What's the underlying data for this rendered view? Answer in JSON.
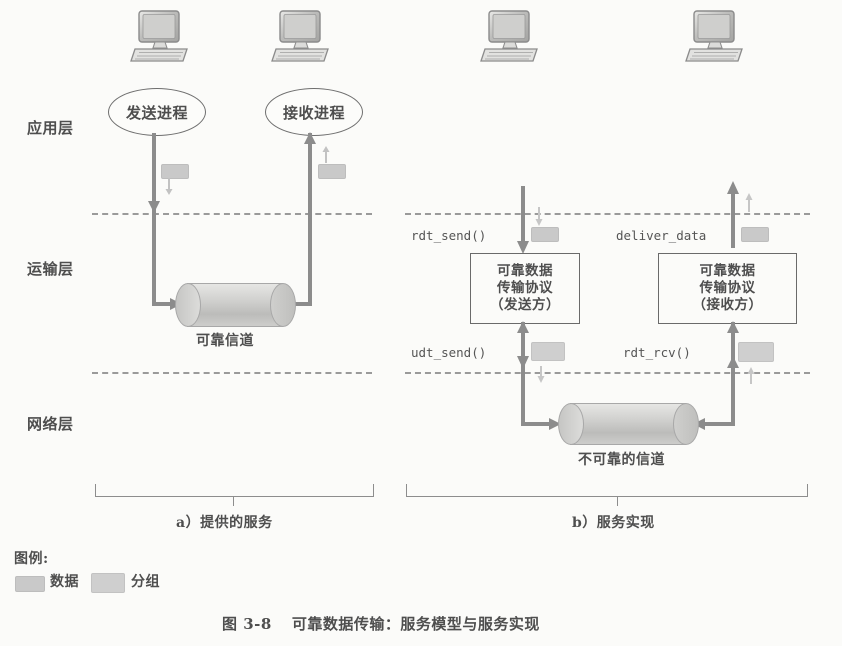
{
  "figure": {
    "caption_number": "图 3-8",
    "caption_text": "可靠数据传输：服务模型与服务实现"
  },
  "layers": [
    {
      "name": "application-layer",
      "label": "应用层"
    },
    {
      "name": "transport-layer",
      "label": "运输层"
    },
    {
      "name": "network-layer",
      "label": "网络层"
    }
  ],
  "panel_a": {
    "caption": "a）提供的服务",
    "nodes": [
      {
        "label": "发送进程",
        "role": "sending-process"
      },
      {
        "label": "接收进程",
        "role": "receiving-process"
      }
    ],
    "channel_label": "可靠信道"
  },
  "panel_b": {
    "caption": "b）服务实现",
    "calls": {
      "rdt_send": "rdt_send()",
      "deliver_data": "deliver_data",
      "udt_send": "udt_send()",
      "rdt_rcv": "rdt_rcv()"
    },
    "boxes": [
      {
        "role": "sender-protocol",
        "lines": [
          "可靠数据",
          "传输协议",
          "（发送方）"
        ]
      },
      {
        "role": "receiver-protocol",
        "lines": [
          "可靠数据",
          "传输协议",
          "（接收方）"
        ]
      }
    ],
    "channel_label": "不可靠的信道"
  },
  "legend": {
    "title": "图例:",
    "items": [
      {
        "swatch": "data-swatch",
        "label": "数据",
        "color": "#c9c9c9"
      },
      {
        "swatch": "packet-swatch",
        "label": "分组",
        "color": "#cfcfcf"
      }
    ]
  },
  "colors": {
    "stroke": "#8c8c8c",
    "text": "#4e4e4e",
    "swatch_data": "#c9c9c9",
    "swatch_packet": "#cfcfcf",
    "dashed_line": "#9a9a9a"
  }
}
